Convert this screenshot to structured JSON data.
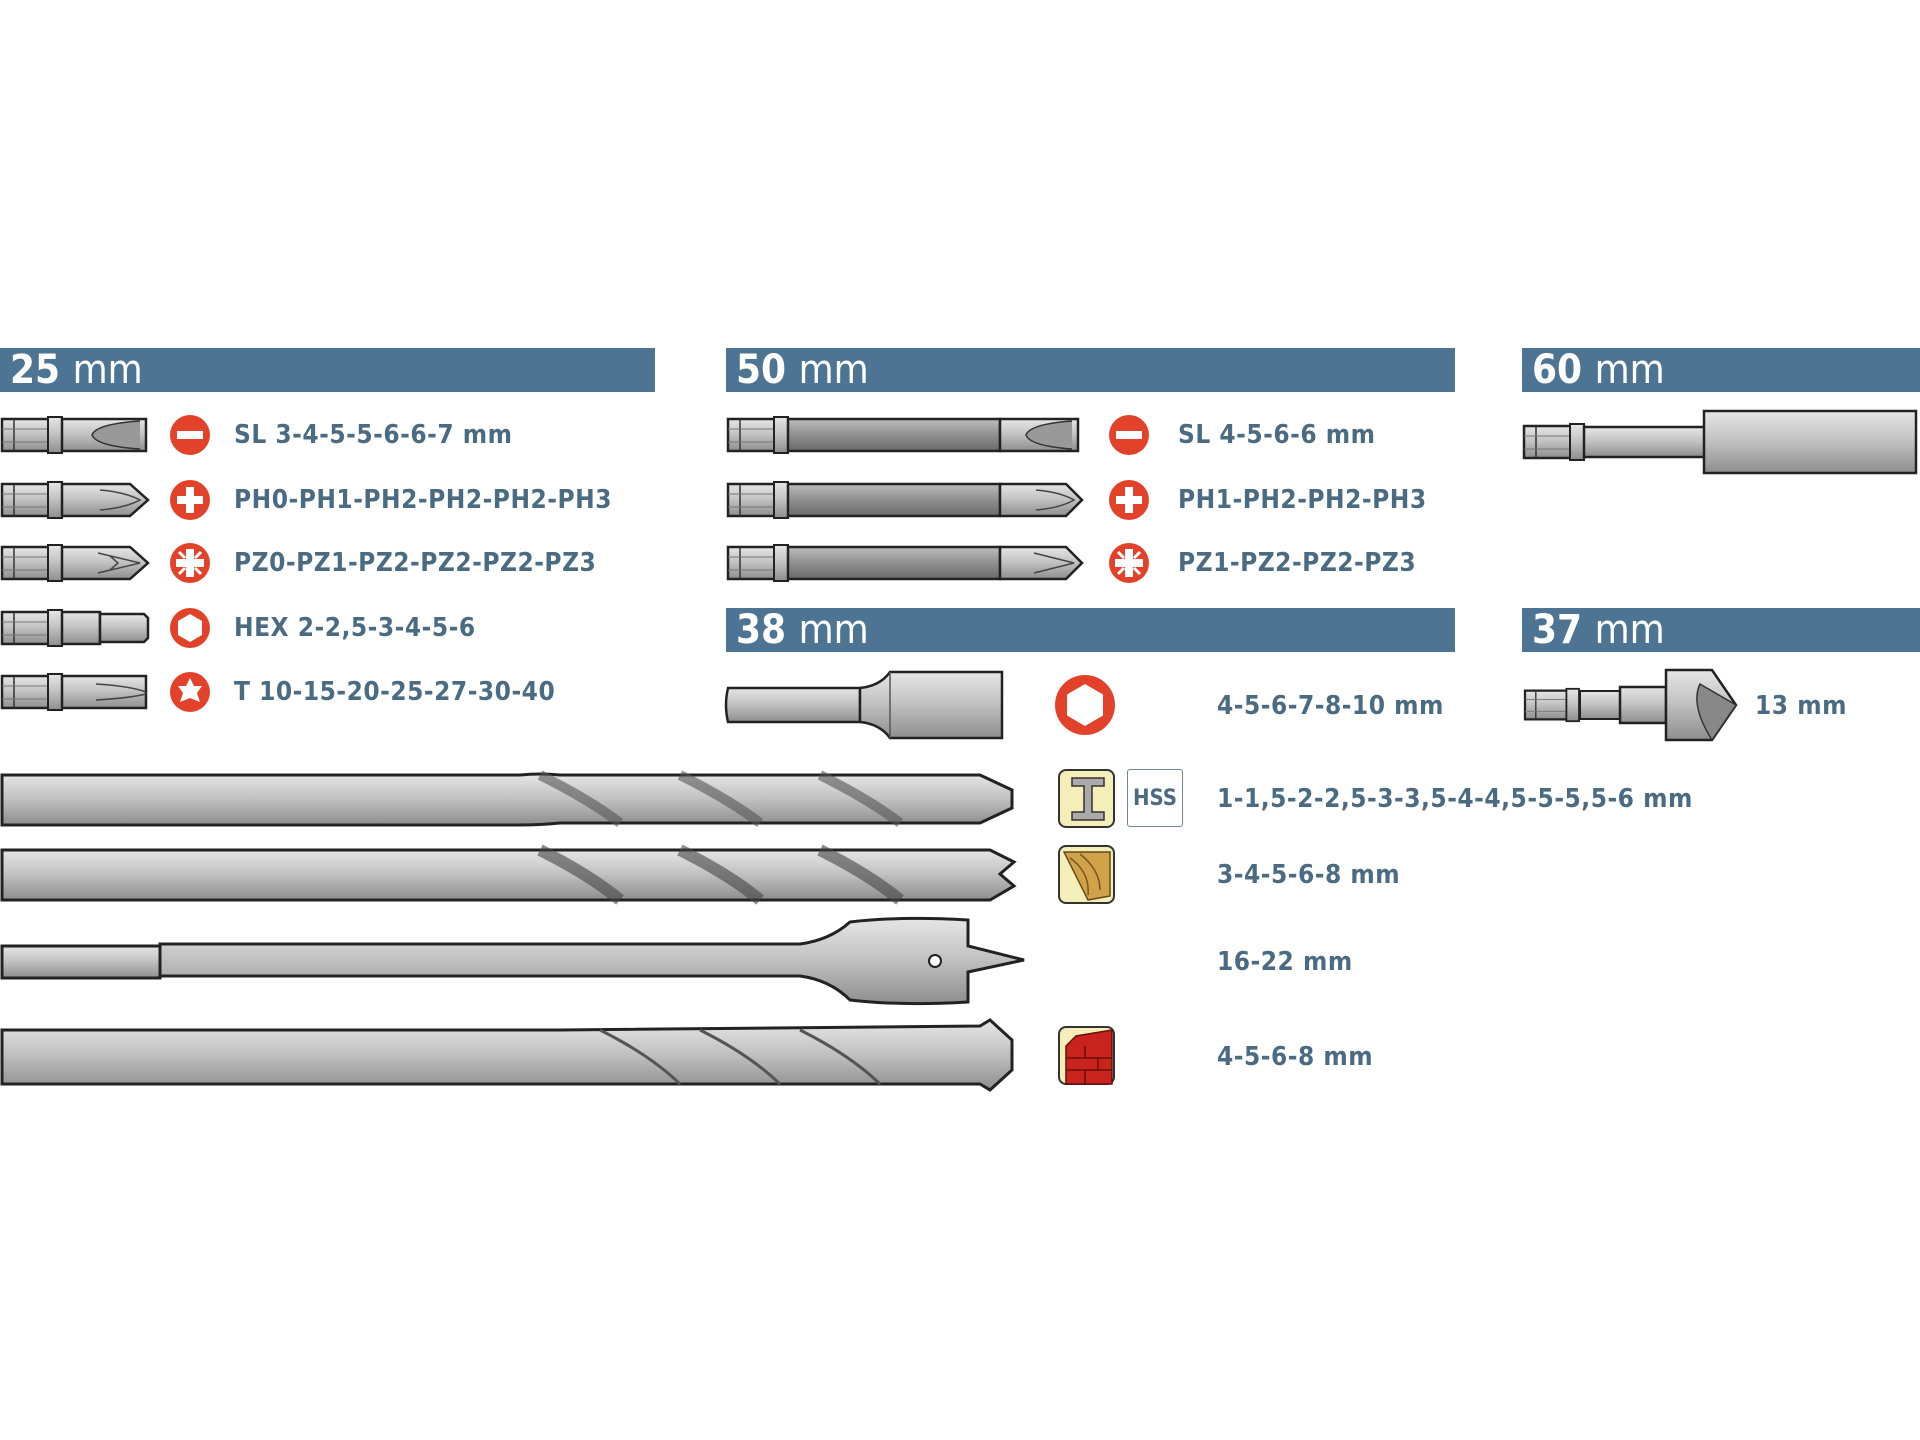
{
  "sections": {
    "s25": {
      "value": "25",
      "unit": "mm"
    },
    "s50": {
      "value": "50",
      "unit": "mm"
    },
    "s60": {
      "value": "60",
      "unit": "mm"
    },
    "s38": {
      "value": "38",
      "unit": "mm"
    },
    "s37": {
      "value": "37",
      "unit": "mm"
    }
  },
  "bits25": [
    {
      "icon": "slotted-icon",
      "label": "SL 3-4-5-5-6-6-7 mm"
    },
    {
      "icon": "phillips-icon",
      "label": "PH0-PH1-PH2-PH2-PH2-PH3"
    },
    {
      "icon": "pozidriv-icon",
      "label": "PZ0-PZ1-PZ2-PZ2-PZ2-PZ3"
    },
    {
      "icon": "hex-icon",
      "label": "HEX 2-2,5-3-4-5-6"
    },
    {
      "icon": "torx-icon",
      "label": "T 10-15-20-25-27-30-40"
    }
  ],
  "bits50": [
    {
      "icon": "slotted-icon",
      "label": "SL 4-5-6-6 mm"
    },
    {
      "icon": "phillips-icon",
      "label": "PH1-PH2-PH2-PH3"
    },
    {
      "icon": "pozidriv-icon",
      "label": "PZ1-PZ2-PZ2-PZ3"
    }
  ],
  "sockets": {
    "label": "4-5-6-7-8-10 mm"
  },
  "countersink": {
    "label": "13 mm"
  },
  "drills": [
    {
      "type": "metal",
      "badge": "HSS",
      "label": "1-1,5-2-2,5-3-3,5-4-4,5-5-5,5-6 mm"
    },
    {
      "type": "wood",
      "label": "3-4-5-6-8 mm"
    },
    {
      "type": "spade",
      "label": "16-22 mm"
    },
    {
      "type": "masonry",
      "label": "4-5-6-8 mm"
    }
  ],
  "colors": {
    "header": "#4d7593",
    "text": "#4a6b82",
    "icon_red": "#e2412a",
    "steel": "#c8c8c8"
  }
}
